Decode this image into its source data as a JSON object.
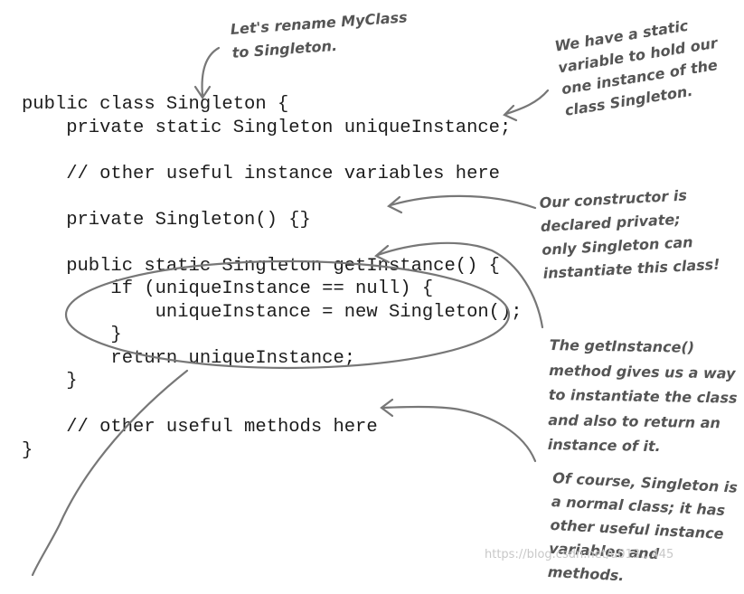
{
  "code_lines": [
    "public class Singleton {",
    "    private static Singleton uniqueInstance;",
    "",
    "    // other useful instance variables here",
    "",
    "    private Singleton() {}",
    "",
    "    public static Singleton getInstance() {",
    "        if (uniqueInstance == null) {",
    "            uniqueInstance = new Singleton();",
    "        }",
    "        return uniqueInstance;",
    "    }",
    "",
    "    // other useful methods here",
    "}"
  ],
  "annotations": {
    "rename": "Let's rename MyClass\nto Singleton.",
    "static_variable": "We have a static\nvariable to hold our\none instance of the\nclass Singleton.",
    "constructor": "Our constructor is\ndeclared private;\nonly Singleton can\ninstantiate this class!",
    "get_instance": "The getInstance()\nmethod gives us a way\nto instantiate the class\nand also to return an\ninstance of it.",
    "normal_class": "Of course, Singleton is\na normal class; it has\nother useful instance\nvariables and methods."
  },
  "watermark": "https://blog.csdn.net/u013...445"
}
